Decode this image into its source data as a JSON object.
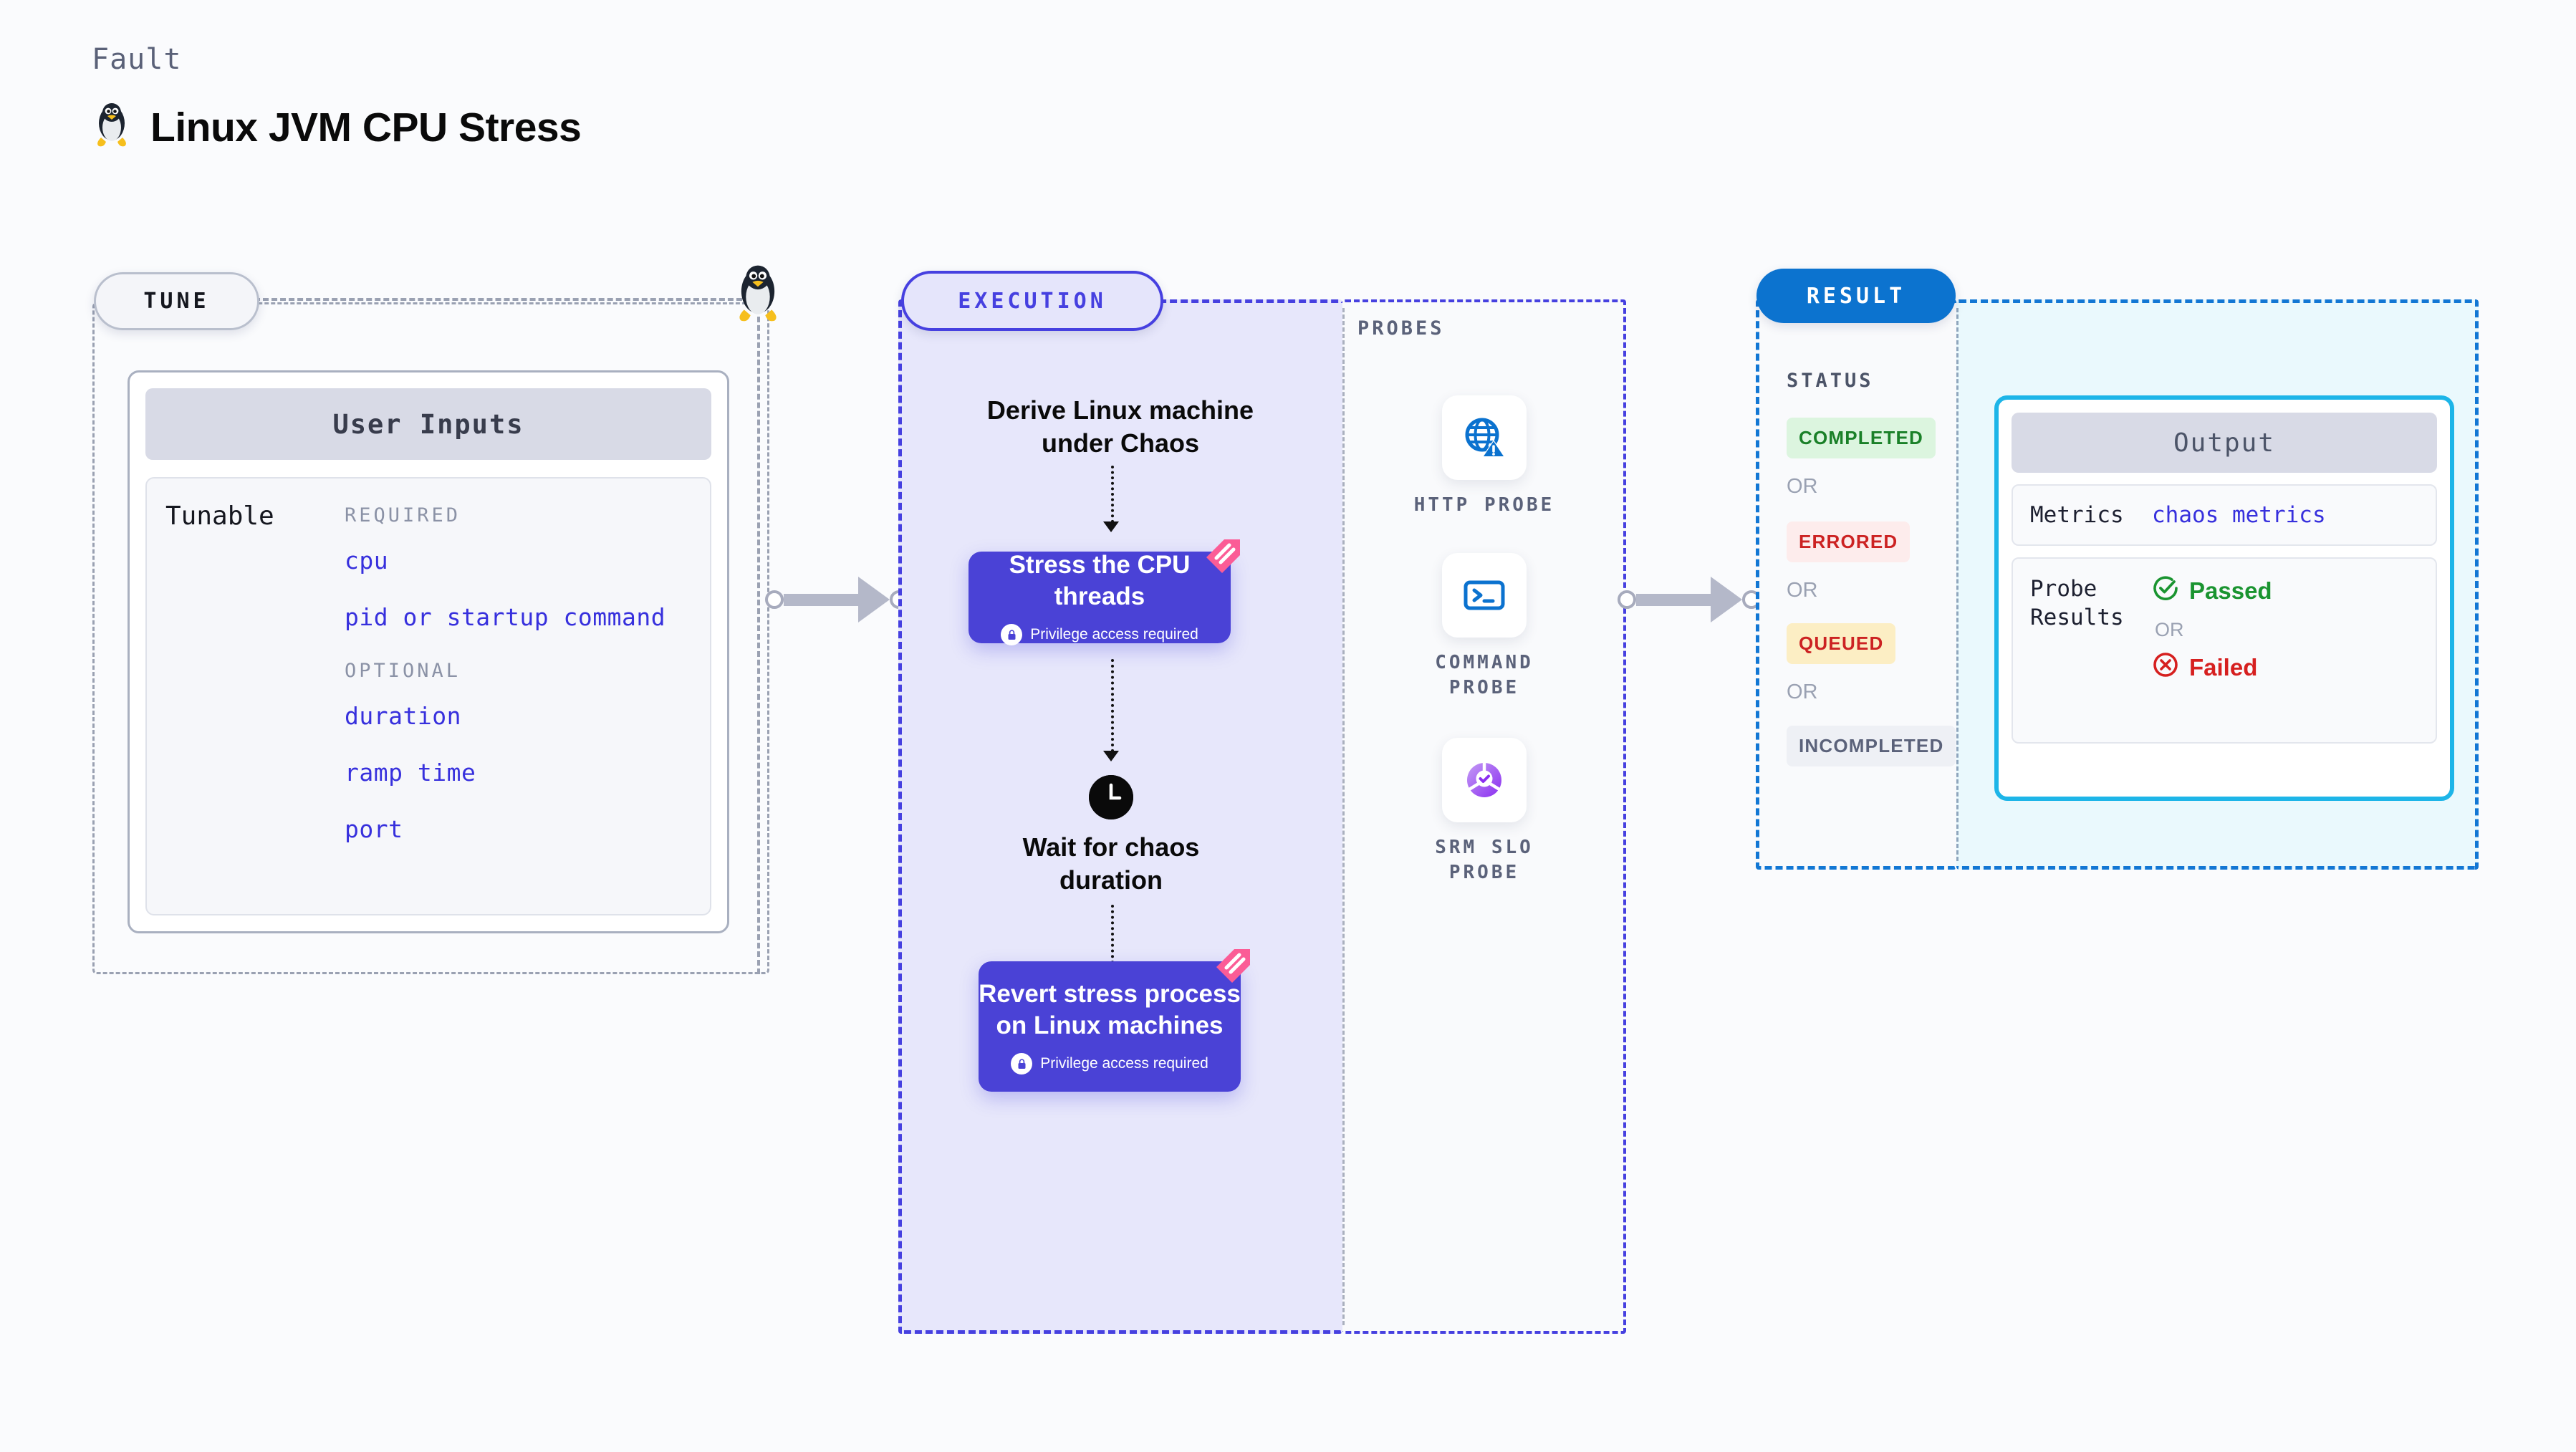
{
  "header": {
    "kicker": "Fault",
    "title": "Linux JVM CPU Stress",
    "icon": "linux-tux-icon"
  },
  "tune": {
    "badge": "TUNE",
    "card_title": "User Inputs",
    "tunable_label": "Tunable",
    "groups": [
      {
        "name": "REQUIRED",
        "items": [
          "cpu",
          "pid or startup command"
        ]
      },
      {
        "name": "OPTIONAL",
        "items": [
          "duration",
          "ramp time",
          "port"
        ]
      }
    ]
  },
  "execution": {
    "badge": "EXECUTION",
    "step1_text": "Derive Linux machine under Chaos",
    "step2": {
      "title": "Stress the CPU threads",
      "privilege": "Privilege access required",
      "icon": "lock-icon",
      "corner": "fault-ribbon-icon"
    },
    "step3": {
      "title": "Wait for chaos duration",
      "icon": "clock-icon"
    },
    "step4": {
      "title": "Revert stress process on Linux machines",
      "privilege": "Privilege access required",
      "icon": "lock-icon",
      "corner": "fault-ribbon-icon"
    }
  },
  "probes": {
    "title": "PROBES",
    "items": [
      {
        "label": "HTTP PROBE",
        "icon": "globe-warning-icon"
      },
      {
        "label": "COMMAND PROBE",
        "icon": "terminal-icon"
      },
      {
        "label": "SRM SLO PROBE",
        "icon": "slo-donut-check-icon"
      }
    ]
  },
  "result": {
    "badge": "RESULT",
    "status_title": "STATUS",
    "or_label": "OR",
    "statuses": [
      {
        "label": "COMPLETED",
        "bg": "#dcf5df",
        "fg": "#1a8028"
      },
      {
        "label": "ERRORED",
        "bg": "#fdecec",
        "fg": "#cc2222"
      },
      {
        "label": "QUEUED",
        "bg": "#fceec4",
        "fg": "#cc2222"
      },
      {
        "label": "INCOMPLETED",
        "bg": "#eef0f5",
        "fg": "#5b627a"
      }
    ],
    "output": {
      "title": "Output",
      "metrics_key": "Metrics",
      "metrics_value": "chaos metrics",
      "probe_key": "Probe Results",
      "passed": "Passed",
      "failed": "Failed",
      "or_label": "OR",
      "passed_icon": "check-circle-icon",
      "failed_icon": "x-circle-icon"
    }
  },
  "colors": {
    "accent_purple": "#4640e0",
    "block_purple": "#4a42d6",
    "result_blue": "#0c73cf",
    "output_cyan": "#1db5e8",
    "ribbon_pink": "#fb5c96",
    "mono_blue": "#3730dd"
  }
}
